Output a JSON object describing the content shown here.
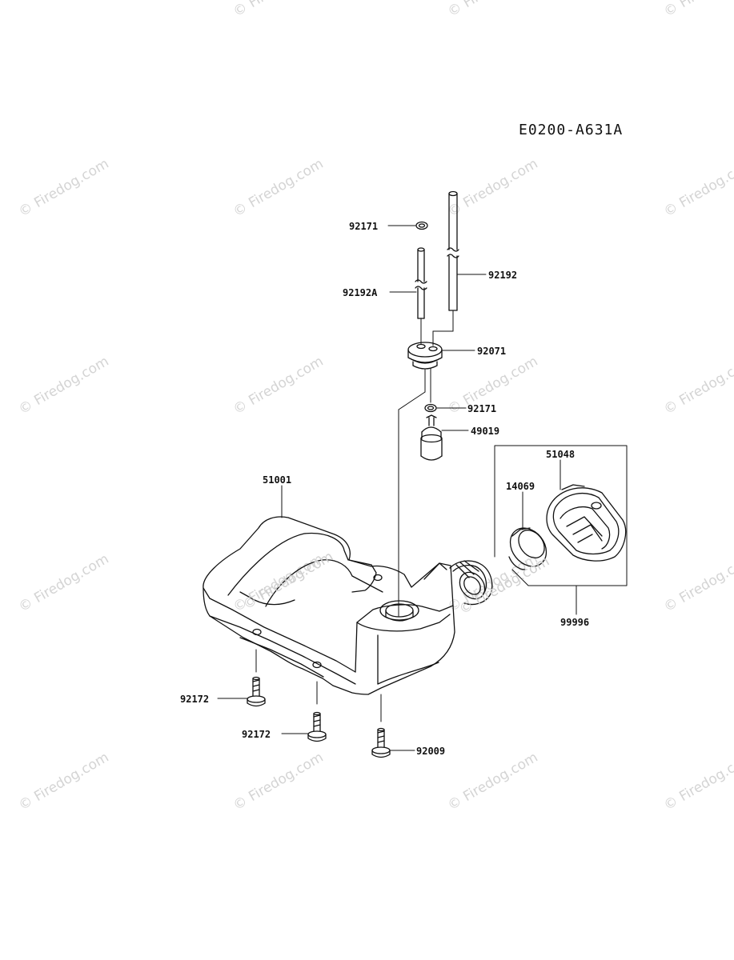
{
  "diagram": {
    "code": "E0200-A631A",
    "watermark": "© Firedog.com",
    "parts": {
      "p92171a": "92171",
      "p92192a": "92192A",
      "p92192": "92192",
      "p92071": "92071",
      "p92171b": "92171",
      "p49019": "49019",
      "p51048": "51048",
      "p14069": "14069",
      "p51001": "51001",
      "p99996": "99996",
      "p92172a": "92172",
      "p92172b": "92172",
      "p92009": "92009"
    }
  },
  "colors": {
    "ink": "#111111",
    "watermark": "#d0d0d0",
    "background": "#ffffff"
  }
}
